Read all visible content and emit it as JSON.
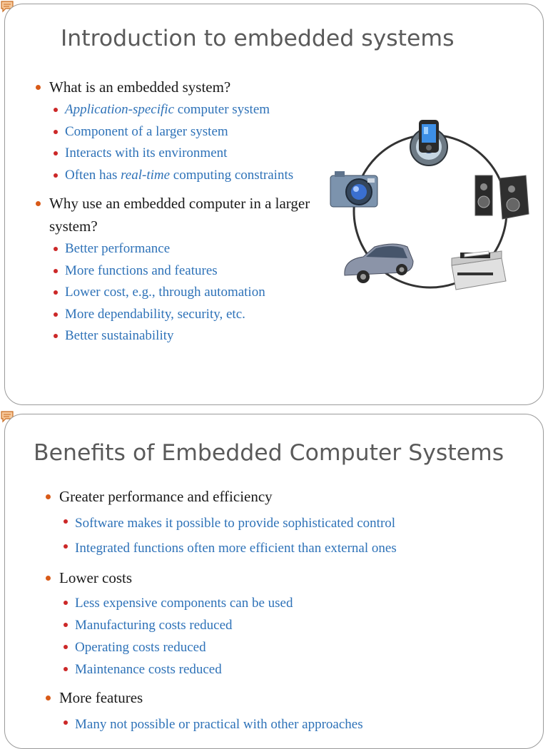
{
  "slide1": {
    "title": "Introduction to embedded systems",
    "q1": "What is an embedded system?",
    "q1_items": {
      "i1_em": "Application-specific",
      "i1_rest": " computer system",
      "i2": "Component of a larger system",
      "i3": "Interacts with its environment",
      "i4_pre": "Often has ",
      "i4_em": "real-time",
      "i4_post": " computing constraints"
    },
    "q2": "Why use an embedded computer in a larger system?",
    "q2_items": [
      "Better performance",
      "More functions and features",
      "Lower cost, e.g., through automation",
      "More dependability, security, etc.",
      "Better sustainability"
    ]
  },
  "slide2": {
    "title": "Benefits of Embedded Computer Systems",
    "b1": "Greater performance and efficiency",
    "b1_items": [
      "Software makes it possible to provide sophisticated control",
      "Integrated functions often more efficient than external ones"
    ],
    "b2": "Lower costs",
    "b2_items": [
      "Less expensive components can be used",
      "Manufacturing costs reduced",
      "Operating costs reduced",
      "Maintenance costs reduced"
    ],
    "b3": "More features",
    "b3_items": [
      "Many not possible or practical with other approaches"
    ]
  },
  "colors": {
    "title": "#5a5a5a",
    "level1_text": "#1a1a1a",
    "level2_text": "#2e72b8",
    "level1_bullet": "#d85a18",
    "level2_bullet": "#cc2828"
  },
  "icons": [
    "note-icon",
    "media-player-icon",
    "speakers-icon",
    "printer-icon",
    "car-icon",
    "camera-icon"
  ]
}
